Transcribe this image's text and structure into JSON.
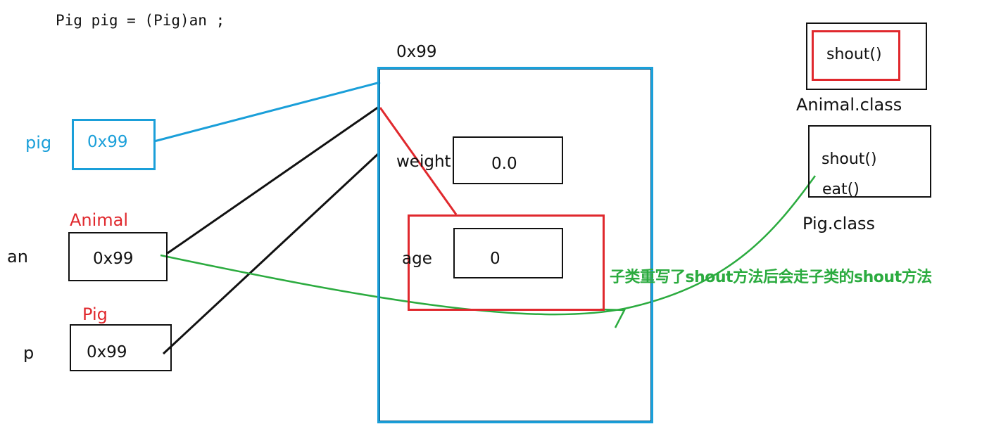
{
  "code_line": "Pig pig = (Pig)an ;",
  "heap": {
    "address_label": "0x99",
    "fields": [
      {
        "name": "weight",
        "value": "0.0"
      },
      {
        "name": "age",
        "value": "0"
      }
    ]
  },
  "references": [
    {
      "var": "pig",
      "value": "0x99",
      "type_label": ""
    },
    {
      "var": "an",
      "value": "0x99",
      "type_label": "Animal"
    },
    {
      "var": "p",
      "value": "0x99",
      "type_label": "Pig"
    }
  ],
  "classes": [
    {
      "name": "Animal.class",
      "methods": [
        "shout()"
      ]
    },
    {
      "name": "Pig.class",
      "methods": [
        "shout()",
        "eat()"
      ]
    }
  ],
  "annotation": "子类重写了shout方法后会走子类的shout方法",
  "colors": {
    "blue": "#1a9fd9",
    "red": "#e0282d",
    "green": "#2bab3f",
    "black": "#111111"
  }
}
